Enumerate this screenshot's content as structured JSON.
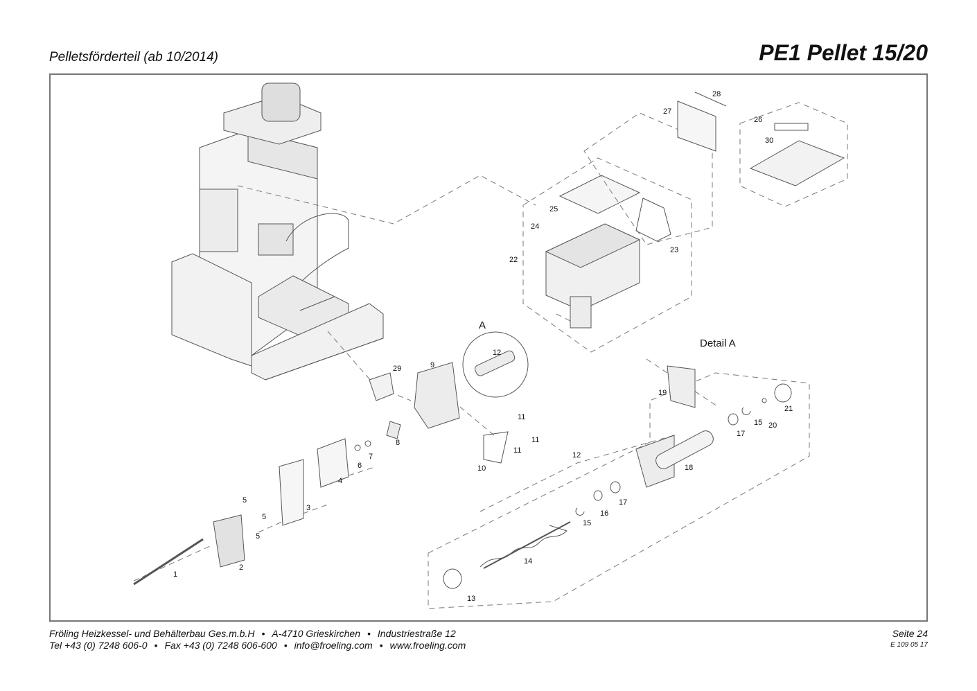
{
  "header": {
    "subtitle": "Pelletsförderteil (ab 10/2014)",
    "title": "PE1 Pellet 15/20"
  },
  "diagram": {
    "detail_marker": "A",
    "detail_title": "Detail A",
    "part_labels": [
      "1",
      "2",
      "3",
      "4",
      "5",
      "5",
      "5",
      "6",
      "7",
      "8",
      "9",
      "10",
      "11",
      "11",
      "11",
      "12",
      "12",
      "13",
      "14",
      "15",
      "15",
      "16",
      "17",
      "17",
      "18",
      "19",
      "20",
      "21",
      "22",
      "23",
      "24",
      "25",
      "26",
      "27",
      "28",
      "29",
      "30"
    ]
  },
  "footer": {
    "company": "Fröling Heizkessel- und Behälterbau Ges.m.b.H",
    "address": "A-4710 Grieskirchen",
    "street": "Industriestraße 12",
    "tel": "Tel +43 (0) 7248 606-0",
    "fax": "Fax +43 (0) 7248 606-600",
    "email": "info@froeling.com",
    "web": "www.froeling.com",
    "page": "Seite 24",
    "doc_number": "E 109 05 17"
  }
}
